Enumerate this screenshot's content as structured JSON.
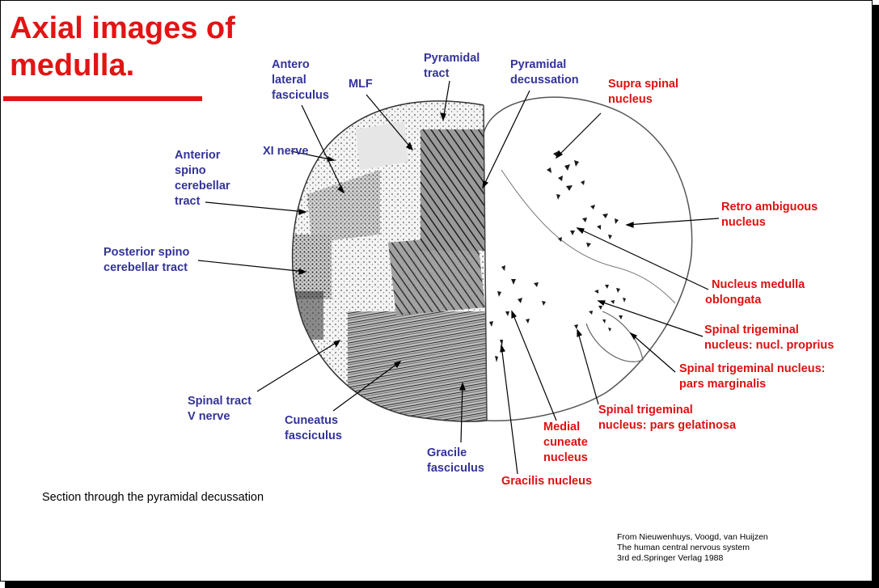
{
  "title": {
    "line1": "Axial images of",
    "line2": "medulla."
  },
  "caption": "Section through the pyramidal decussation",
  "source": {
    "line1": "From Nieuwenhuys, Voogd, van Huijzen",
    "line2": "The human central nervous system",
    "line3": "3rd ed.Springer Verlag 1988"
  },
  "labels_left": {
    "anterolateral": [
      "Antero",
      "lateral",
      "fasciculus"
    ],
    "mlf": [
      "MLF"
    ],
    "pyramidal_tract": [
      "Pyramidal",
      "tract"
    ],
    "pyramidal_decussation": [
      "Pyramidal",
      "decussation"
    ],
    "xi_nerve": [
      "XI nerve"
    ],
    "anterior_spinocerebellar": [
      "Anterior",
      "spino",
      "cerebellar",
      "tract"
    ],
    "posterior_spinocerebellar": [
      "Posterior spino",
      "cerebellar tract"
    ],
    "spinal_tract_v": [
      "Spinal tract",
      "V nerve"
    ],
    "cuneatus_fasciculus": [
      "Cuneatus",
      "fasciculus"
    ],
    "gracile_fasciculus": [
      "Gracile",
      "fasciculus"
    ]
  },
  "labels_right": {
    "supra_spinal": [
      "Supra spinal",
      "nucleus"
    ],
    "retro_ambiguous": [
      "Retro ambiguous",
      "nucleus"
    ],
    "nucleus_medulla": [
      "Nucleus medulla",
      "oblongata"
    ],
    "trig_proprius": [
      "Spinal trigeminal",
      "nucleus: nucl. proprius"
    ],
    "trig_marginalis": [
      "Spinal trigeminal nucleus:",
      "pars marginalis"
    ],
    "trig_gelatinosa": [
      "Spinal trigeminal",
      "nucleus: pars gelatinosa"
    ],
    "medial_cuneate": [
      "Medial",
      "cuneate",
      "nucleus"
    ],
    "gracilis_nucleus": [
      "Gracilis nucleus"
    ]
  },
  "colors": {
    "title": "#e21414",
    "left_labels": "#33339a",
    "right_labels": "#dd1111"
  }
}
